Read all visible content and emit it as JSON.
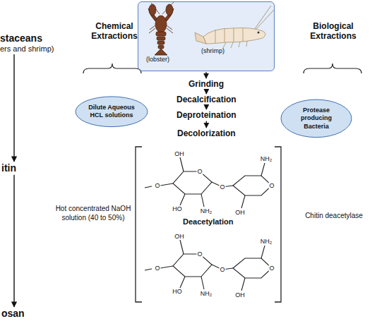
{
  "diagram": {
    "nodes": [
      {
        "text": [
          "staceans",
          "ers and shrimp)"
        ]
      },
      {
        "text": [
          "itin"
        ]
      },
      {
        "text": [
          "osan"
        ]
      },
      {
        "text": [
          "(lobster)",
          "(shrimp)"
        ]
      },
      {
        "text": [
          "Dilute Aqueous HCL solutions"
        ]
      },
      {
        "text": [
          "Protease producing Bacteria"
        ]
      },
      {
        "text": [
          "Grinding"
        ]
      },
      {
        "text": [
          "Decalcification"
        ]
      },
      {
        "text": [
          "Deproteination"
        ]
      },
      {
        "text": [
          "Decolorization"
        ]
      }
    ],
    "edges": [
      {
        "from": 0,
        "to": 1,
        "arrow": "to"
      },
      {
        "from": 1,
        "to": 2,
        "arrow": "to"
      },
      {
        "from": 3,
        "to": 6,
        "arrow": "to"
      },
      {
        "from": 6,
        "to": 7,
        "arrow": "to"
      },
      {
        "from": 7,
        "to": 8,
        "arrow": "to"
      },
      {
        "from": 8,
        "to": 9,
        "arrow": "to"
      }
    ],
    "labels": [
      "Chemical Extractions",
      "Biological Extractions",
      "Hot concentrated NaOH solution (40 to 50%)",
      "Deacetylation",
      "Chitin deacetylase",
      "OH",
      "O",
      "O",
      "HO",
      "NH₂",
      "O",
      "NH₂",
      "O",
      "OH",
      "OH",
      "O",
      "O",
      "HO",
      "NH₂",
      "O",
      "NH₂",
      "O",
      "OH"
    ]
  }
}
